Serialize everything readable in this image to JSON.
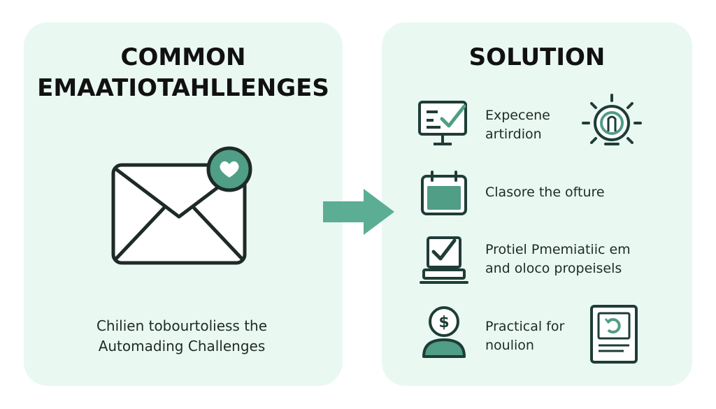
{
  "left_panel": {
    "title_line1": "COMMON",
    "title_line2": "EMAATIOTAHLLENGES",
    "icon": "envelope-heart-icon",
    "caption_line1": "Chilien tobourtoliess the",
    "caption_line2": "Automading Challenges"
  },
  "right_panel": {
    "title": "SOLUTION",
    "items": [
      {
        "icon": "monitor-checklist-icon",
        "line1": "Expecene",
        "line2": "artirdion",
        "side_icon": "lightbulb-icon"
      },
      {
        "icon": "calendar-icon",
        "line1": "Clasore the ofture",
        "line2": ""
      },
      {
        "icon": "laptop-check-icon",
        "line1": "Protiel Pmemiatiic em",
        "line2": "and oloco propeisels"
      },
      {
        "icon": "person-dollar-icon",
        "line1": "Practical for",
        "line2": "noulion",
        "side_icon": "document-refresh-icon"
      }
    ]
  },
  "colors": {
    "accent": "#4f9e85",
    "panel_bg": "#eaf8f2",
    "icon_dark": "#1e3d36",
    "arrow": "#5bae93"
  }
}
